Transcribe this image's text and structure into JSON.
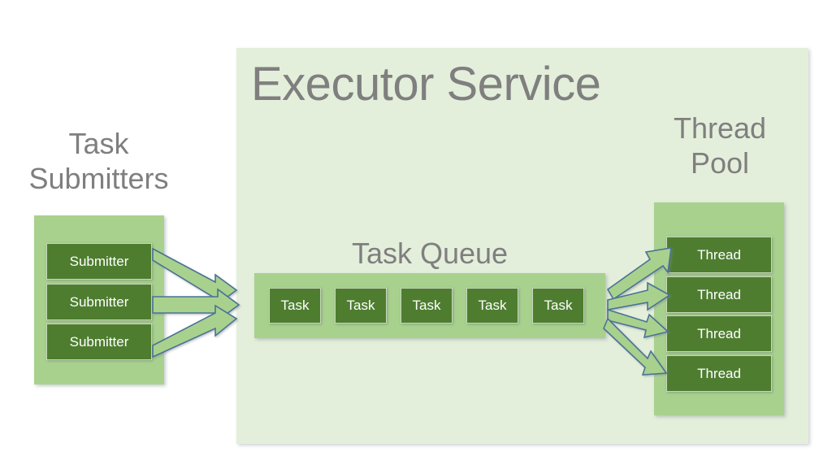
{
  "diagram": {
    "title": "Executor Service",
    "background_color": "#FFFFFF",
    "panel_color": "#E4EFDB",
    "group_color": "#A9D18E",
    "tile_color": "#4E7D30",
    "title_color": "#7F7F7F",
    "tile_text_color": "#FFFFFF",
    "arrow_fill": "#A9D18E",
    "arrow_stroke": "#4A7394"
  },
  "submitters": {
    "caption": "Task\nSubmitters",
    "items": [
      {
        "label": "Submitter"
      },
      {
        "label": "Submitter"
      },
      {
        "label": "Submitter"
      }
    ]
  },
  "queue": {
    "caption": "Task Queue",
    "items": [
      {
        "label": "Task"
      },
      {
        "label": "Task"
      },
      {
        "label": "Task"
      },
      {
        "label": "Task"
      },
      {
        "label": "Task"
      }
    ]
  },
  "thread_pool": {
    "caption": "Thread\nPool",
    "items": [
      {
        "label": "Thread"
      },
      {
        "label": "Thread"
      },
      {
        "label": "Thread"
      },
      {
        "label": "Thread"
      }
    ]
  },
  "arrows": {
    "submit_arrow_count": 3,
    "dispatch_arrow_count": 4
  }
}
